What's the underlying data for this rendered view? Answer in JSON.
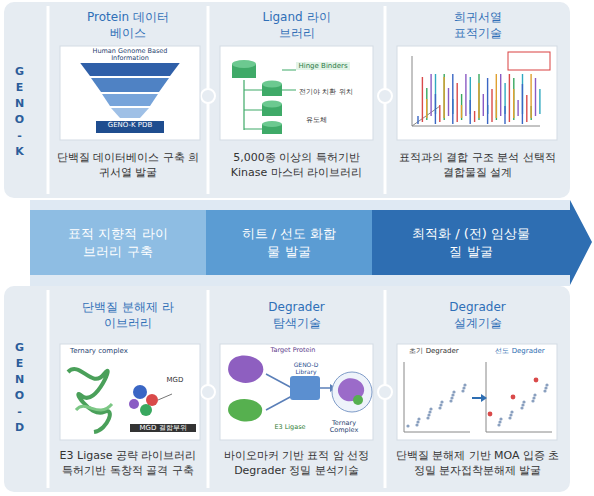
{
  "diagram": {
    "nodes": [
      {
        "text": [
          "GENO-K"
        ]
      },
      {
        "text": [
          "Protein 데이터베이스",
          "단백질 데이터베이스 구축 희귀서열 발굴"
        ],
        "in": 0
      },
      {
        "text": [
          "Ligand 라이브러리",
          "5,000종 이상의 특허기반 Kinase 마스터 라이브러리"
        ],
        "in": 0
      },
      {
        "text": [
          "희귀서열 표적기술",
          "표적과의 결합 구조 분석 선택적 결합물질 설계"
        ],
        "in": 0
      },
      {
        "text": [
          "표적 지향적 라이브러리 구축"
        ]
      },
      {
        "text": [
          "히트 / 선도 화합물 발굴"
        ]
      },
      {
        "text": [
          "최적화 / (전) 임상물질 발굴"
        ]
      },
      {
        "text": [
          "GENO-D"
        ]
      },
      {
        "text": [
          "단백질 분해제 라이브러리",
          "E3 Ligase 공략 라이브러리 특허기반 독창적 골격 구축"
        ],
        "in": 7
      },
      {
        "text": [
          "Degrader 탐색기술",
          "바이오마커 기반 표적 암 선정 Degrader 정밀 분석기술"
        ],
        "in": 7
      },
      {
        "text": [
          "Degrader 설계기술",
          "단백질 분해제 기반 MOA 입증 초정밀 분자접착분해제 발굴"
        ],
        "in": 7
      }
    ],
    "labels": [
      "Human Genome Based Information",
      "GENO-K PDB",
      "Hinge Binders",
      "전기야 치환 위치",
      "유도체",
      "Ternary complex",
      "MGD",
      "MGD 결합부위",
      "Target Protein",
      "GENO-D Library",
      "E3 Ligase",
      "Ternary Complex",
      "초기 Degrader",
      "선도 Degrader"
    ]
  }
}
